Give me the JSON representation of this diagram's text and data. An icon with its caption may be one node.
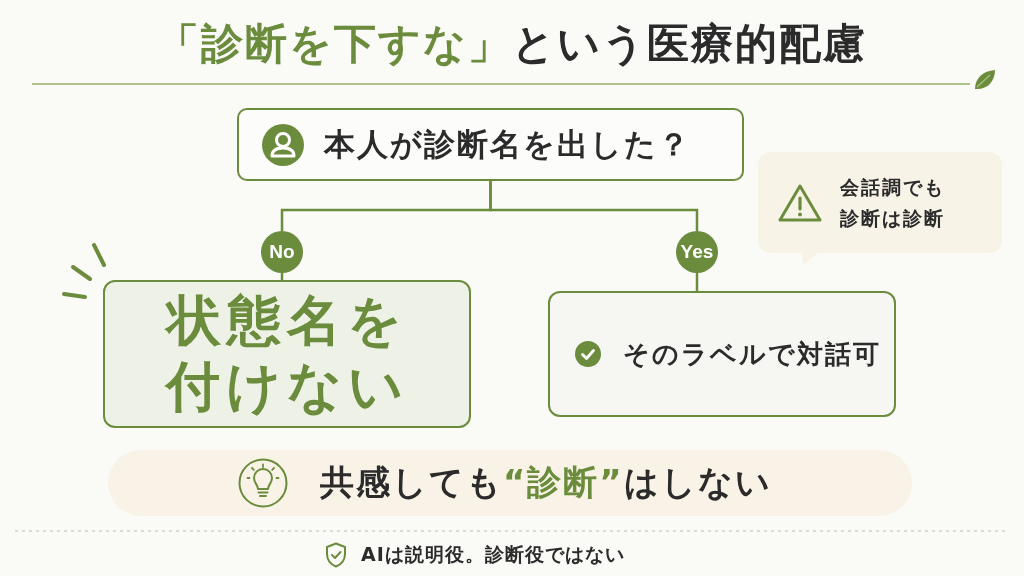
{
  "diagram": {
    "title": "**「診断を下すな」**という医療的配慮",
    "nodes": [
      {
        "text": [
          "本人が診断名を出した？"
        ]
      },
      {
        "text": [
          "No"
        ]
      },
      {
        "text": [
          "Yes"
        ]
      },
      {
        "text": [
          "状態名を付けない"
        ]
      },
      {
        "text": [
          "そのラベルで対話可"
        ]
      },
      {
        "text": [
          "会話調でも診断は診断"
        ]
      },
      {
        "text": [
          "共感しても**“診断”**はしない"
        ]
      }
    ],
    "edges": [
      {
        "from": 0,
        "to": 1,
        "arrow": "none"
      },
      {
        "from": 0,
        "to": 2,
        "arrow": "none"
      },
      {
        "from": 1,
        "to": 3,
        "arrow": "none"
      },
      {
        "from": 2,
        "to": 4,
        "arrow": "none"
      }
    ],
    "labels": [
      "AIは説明役。診断役ではない"
    ]
  }
}
